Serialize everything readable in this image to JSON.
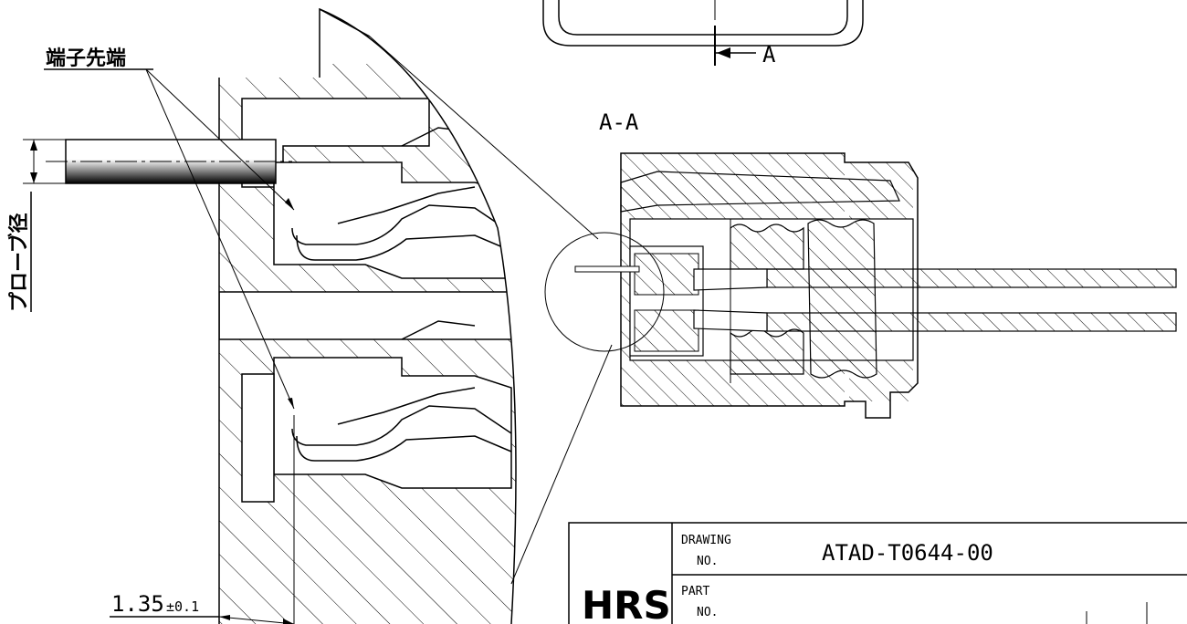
{
  "labels": {
    "terminal_tip": "端子先端",
    "probe_diameter": "プローブ径",
    "section_arrow": "A",
    "section_view": "A-A",
    "dimension": "1.35",
    "tolerance": "±0.1"
  },
  "title_block": {
    "logo": "HRS",
    "drawing_label_1": "DRAWING",
    "drawing_label_2": "NO.",
    "drawing_no": "ATAD-T0644-00",
    "part_label_1": "PART",
    "part_label_2": "NO.",
    "part_no": ""
  }
}
